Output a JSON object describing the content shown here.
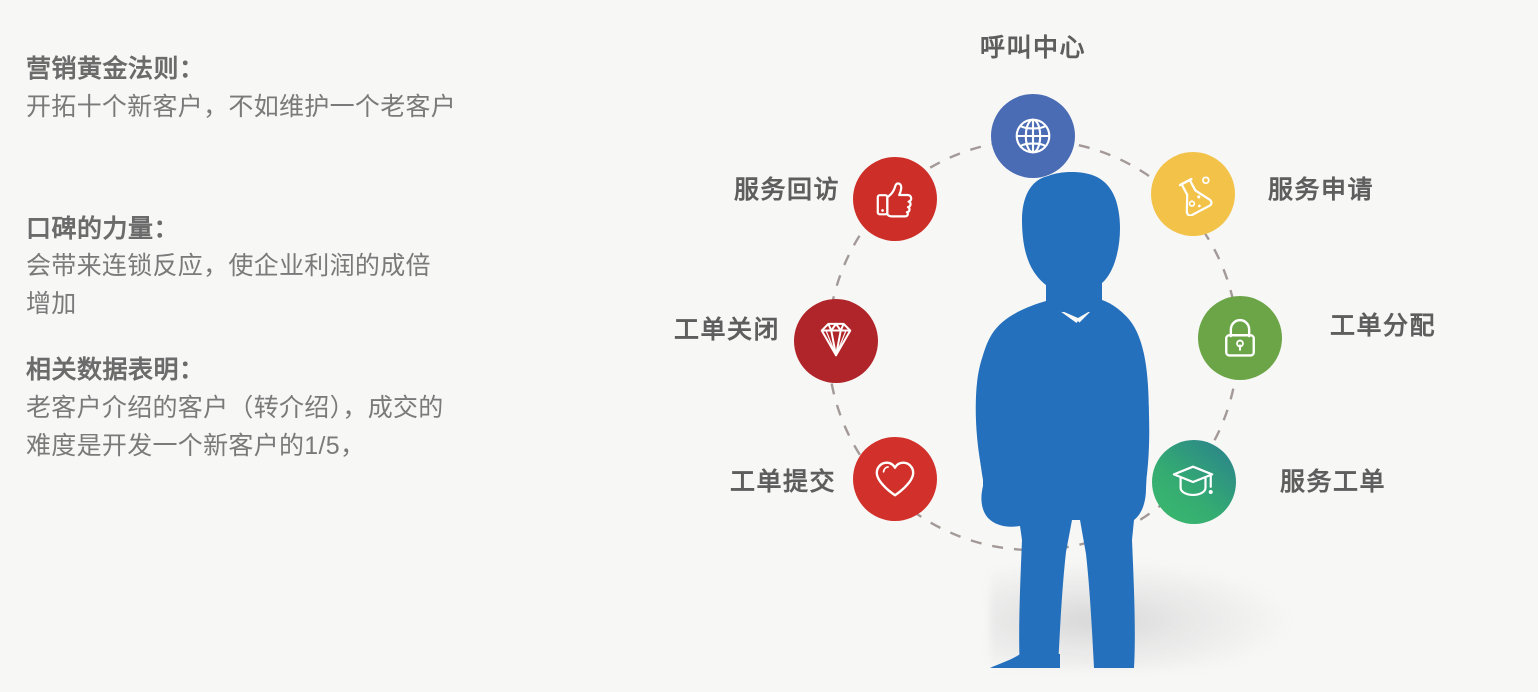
{
  "background_color": "#f7f7f6",
  "text_panel": {
    "blocks": [
      {
        "heading": "营销黄金法则：",
        "lines": [
          "开拓十个新客户，不如维护一个老客户"
        ]
      },
      {
        "heading": "口碑的力量：",
        "lines": [
          "会带来连锁反应，使企业利润的成倍",
          "增加"
        ]
      },
      {
        "heading": "相关数据表明：",
        "lines": [
          "老客户介绍的客户（转介绍），成交的",
          "难度是开发一个新客户的1/5，"
        ]
      }
    ]
  },
  "diagram": {
    "center_figure": "businessman-silhouette",
    "center_figure_color": "#2470bd",
    "ring_style": "dashed",
    "ring_color": "#a39a98",
    "nodes": [
      {
        "id": "call-center",
        "label": "呼叫中心",
        "icon": "globe-icon",
        "color": "#4a6cb5",
        "label_position": "top"
      },
      {
        "id": "service-request",
        "label": "服务申请",
        "icon": "flask-icon",
        "color": "#f3c249",
        "label_position": "right"
      },
      {
        "id": "ticket-assign",
        "label": "工单分配",
        "icon": "lock-icon",
        "color": "#6ba548",
        "label_position": "right"
      },
      {
        "id": "service-ticket",
        "label": "服务工单",
        "icon": "graduation-cap-icon",
        "color": "#3cba6d",
        "color_end": "#2a7f8e",
        "label_position": "right"
      },
      {
        "id": "ticket-submit",
        "label": "工单提交",
        "icon": "heart-icon",
        "color": "#d2302a",
        "label_position": "left"
      },
      {
        "id": "ticket-close",
        "label": "工单关闭",
        "icon": "diamond-icon",
        "color": "#b02529",
        "label_position": "left"
      },
      {
        "id": "service-followup",
        "label": "服务回访",
        "icon": "thumbs-up-icon",
        "color": "#cd2f28",
        "label_position": "left"
      }
    ]
  }
}
